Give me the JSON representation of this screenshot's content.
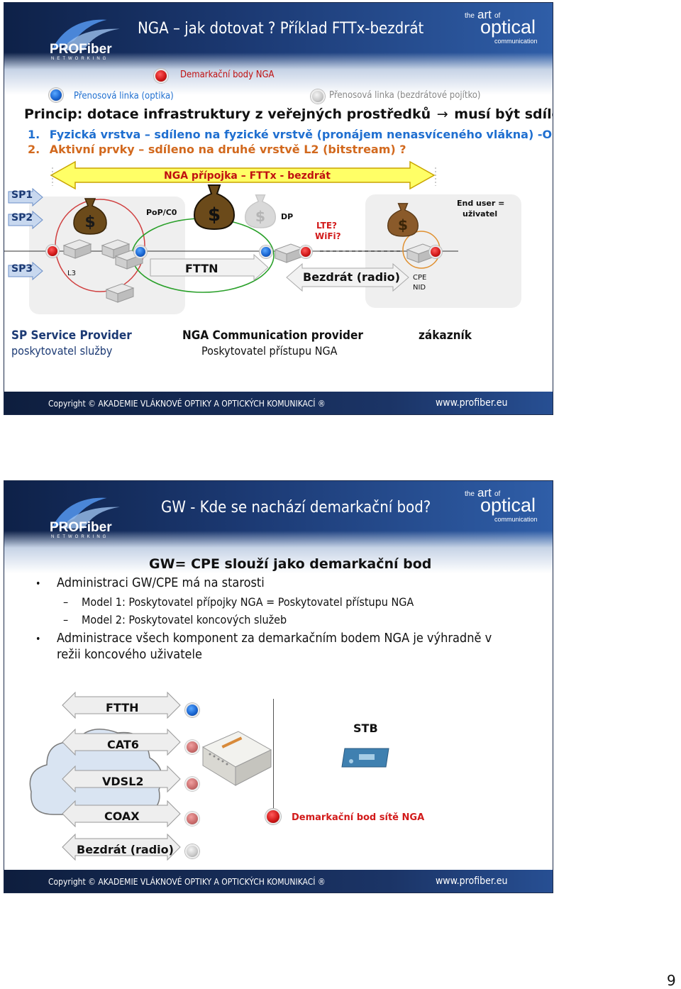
{
  "slide1": {
    "title": "NGA – jak dotovat ? Příklad FTTx-bezdrát",
    "legend": {
      "demarcation": "Demarkační body NGA",
      "optical_line": "Přenosová linka (optika)",
      "wireless_line": "Přenosová linka (bezdrátové pojítko)"
    },
    "principle": "Princip: dotace infrastruktury z veřejných prostředků",
    "principle_arrow": "→",
    "principle_end": "musí být sdíleno !",
    "items": [
      {
        "num": "1.",
        "text": "Fyzická vrstva – sdíleno na fyzické vrstvě (pronájem nenasvíceného vlákna) -OK"
      },
      {
        "num": "2.",
        "text": "Aktivní prvky – sdíleno na druhé vrstvě L2 (bitstream) ?"
      }
    ],
    "diagram": {
      "top_arrow_label": "NGA přípojka – FTTx  - bezdrát",
      "sp_labels": [
        "SP1",
        "SP2",
        "SP3"
      ],
      "pop": "PoP/C0",
      "dp": "DP",
      "lte": "LTE?",
      "wifi": "WiFi?",
      "end_user_1": "End user =",
      "end_user_2": "uživatel",
      "l3": "L3",
      "fttn": "FTTN",
      "wireless": "Bezdrát (radio)",
      "cpe": "CPE",
      "nid": "NID"
    },
    "roles": {
      "sp_title": "SP Service Provider",
      "sp_sub": "poskytovatel služby",
      "nga_title": "NGA Communication provider",
      "nga_sub": "Poskytovatel přístupu NGA",
      "customer": "zákazník"
    }
  },
  "slide2": {
    "title": "GW - Kde se nachází demarkační bod?",
    "heading": "GW= CPE slouží jako demarkační bod",
    "bullets": [
      {
        "marker": "•",
        "text": "Administraci GW/CPE má na starosti"
      },
      {
        "marker": "–",
        "text": "Model 1: Poskytovatel přípojky NGA = Poskytovatel přístupu NGA"
      },
      {
        "marker": "–",
        "text": "Model 2: Poskytovatel koncových služeb"
      },
      {
        "marker": "•",
        "text": "Administrace všech komponent za demarkačním bodem NGA je výhradně v"
      },
      {
        "marker": "",
        "text": "režii koncového uživatele"
      }
    ],
    "access_types": [
      "FTTH",
      "CAT6",
      "VDSL2",
      "COAX",
      "Bezdrát (radio)"
    ],
    "stb": "STB",
    "demarcation_label": "Demarkační bod  sítě NGA"
  },
  "common": {
    "logo_brand": "PROFiber",
    "logo_sub": "NETWORKING",
    "art_the": "the",
    "art_art": "art",
    "art_of": "of",
    "art_optical": "optical",
    "art_comm": "communication",
    "copyright": "Copyright © AKADEMIE VLÁKNOVÉ OPTIKY A OPTICKÝCH KOMUNIKACÍ ®",
    "url": "www.profiber.eu"
  },
  "page_number": "9",
  "colors": {
    "header": "#1c3a74",
    "accent_blue": "#1f6fd0",
    "olive_text": "#c06010",
    "red": "#d21a1a",
    "yellow": "#ffff66"
  }
}
